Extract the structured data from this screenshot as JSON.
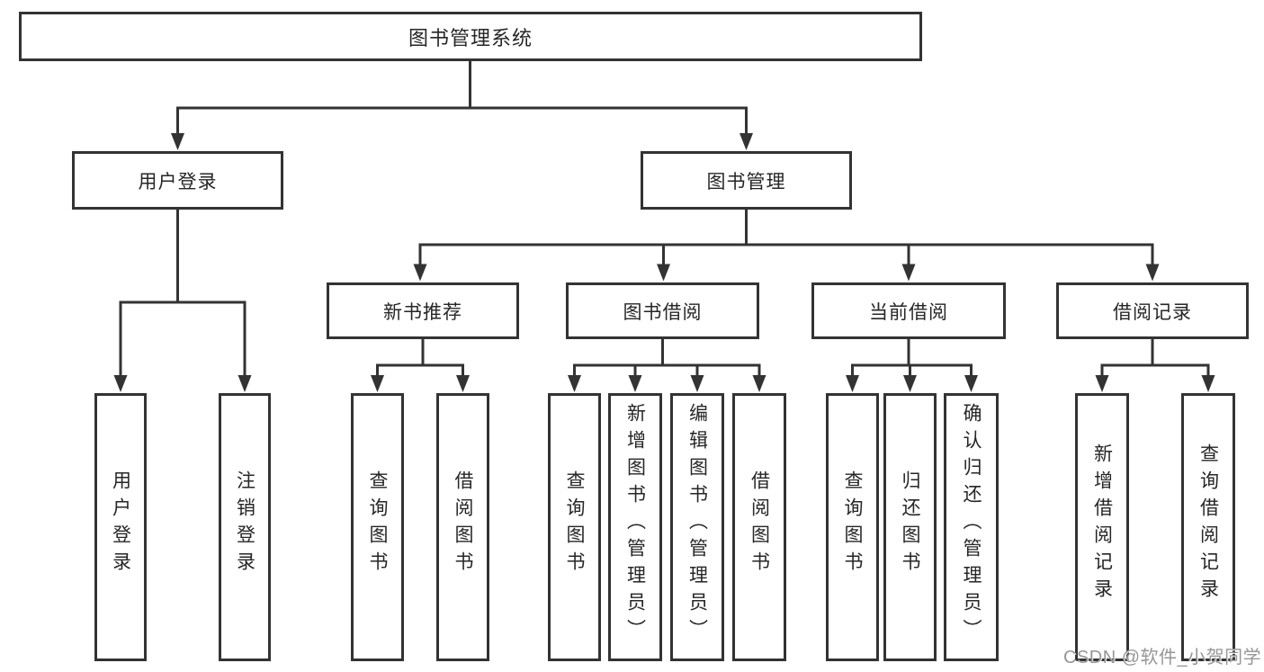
{
  "colors": {
    "line": "#333333",
    "text": "#262626",
    "box_background": "#ffffff",
    "page_background": "#ffffff",
    "watermark": "#969696"
  },
  "tree": {
    "root": {
      "label": "图书管理系统"
    },
    "branches": [
      {
        "label": "用户登录",
        "children": [
          {
            "label": "用户登录"
          },
          {
            "label": "注销登录"
          }
        ]
      },
      {
        "label": "图书管理",
        "children": [
          {
            "label": "新书推荐",
            "children": [
              {
                "label": "查询图书"
              },
              {
                "label": "借阅图书"
              }
            ]
          },
          {
            "label": "图书借阅",
            "children": [
              {
                "label": "查询图书"
              },
              {
                "label": "新增图书（管理员）"
              },
              {
                "label": "编辑图书（管理员）"
              },
              {
                "label": "借阅图书"
              }
            ]
          },
          {
            "label": "当前借阅",
            "children": [
              {
                "label": "查询图书"
              },
              {
                "label": "归还图书"
              },
              {
                "label": "确认归还（管理员）"
              }
            ]
          },
          {
            "label": "借阅记录",
            "children": [
              {
                "label": "新增借阅记录"
              },
              {
                "label": "查询借阅记录"
              }
            ]
          }
        ]
      }
    ]
  },
  "watermark": {
    "text": "CSDN @软件_小贺同学"
  }
}
